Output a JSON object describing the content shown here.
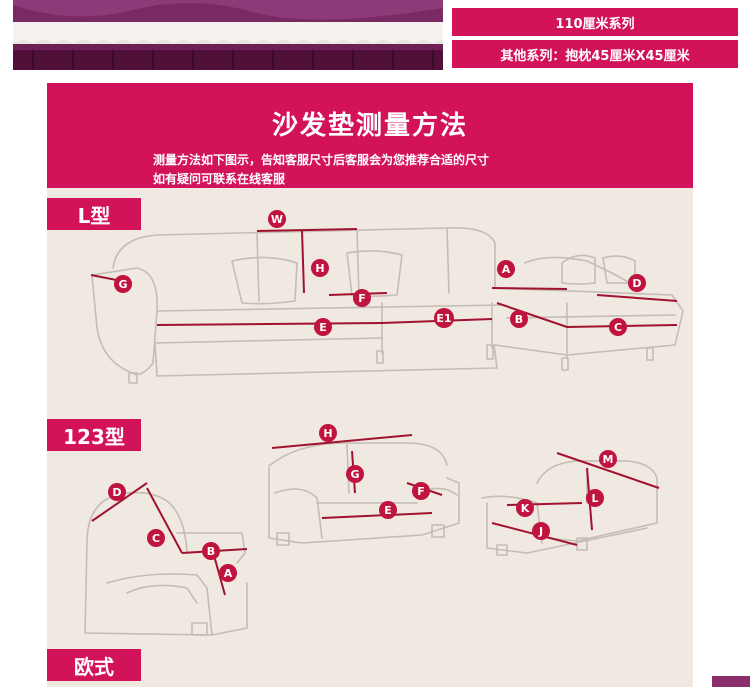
{
  "info": {
    "row1": "110厘米系列",
    "row2": "其他系列：抱枕45厘米X45厘米"
  },
  "header": {
    "title": "沙发垫测量方法",
    "desc1": "测量方法如下图示，告知客服尺寸后客服会为您推荐合适的尺寸",
    "desc2": "如有疑问可联系在线客服"
  },
  "sections": {
    "l_type": "L型",
    "t123": "123型",
    "euro": "欧式"
  },
  "labels": {
    "l_sofa": [
      "W",
      "H",
      "G",
      "F",
      "E",
      "E1",
      "A",
      "B",
      "C",
      "D"
    ],
    "chair": [
      "D",
      "C",
      "B",
      "A"
    ],
    "three_seat": [
      "H",
      "G",
      "F",
      "E"
    ],
    "two_seat": [
      "M",
      "K",
      "L",
      "J"
    ]
  },
  "colors": {
    "accent": "#d2135a",
    "panel": "#efe9e1",
    "marker": "#c0143f",
    "measure_line": "#a1122f",
    "outline": "#c4bcb5"
  }
}
